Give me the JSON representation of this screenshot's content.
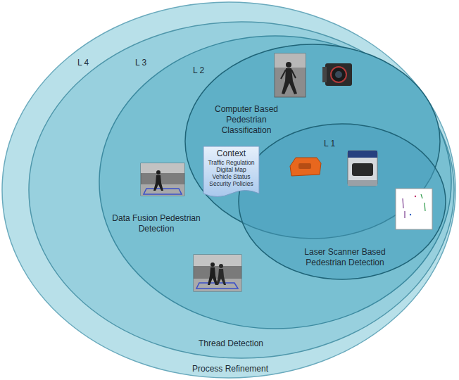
{
  "diagram": {
    "nodes": [
      {
        "text": [
          "L 4",
          "Process Refinement"
        ]
      },
      {
        "text": [
          "L 3",
          "Thread Detection"
        ],
        "in": 0
      },
      {
        "text": [
          "L 2",
          "Data Fusion Pedestrian Detection"
        ],
        "in": 1
      },
      {
        "text": [
          "Computer Based Pedestrian Classification"
        ],
        "in": 2
      },
      {
        "text": [
          "L 1",
          "Laser Scanner Based Pedestrian Detection"
        ],
        "in": 2
      },
      {
        "text": [
          "Context",
          "Traffic Regulation",
          "Digital Map",
          "Vehicle Status",
          "Security Policies"
        ],
        "in": 2
      }
    ]
  }
}
